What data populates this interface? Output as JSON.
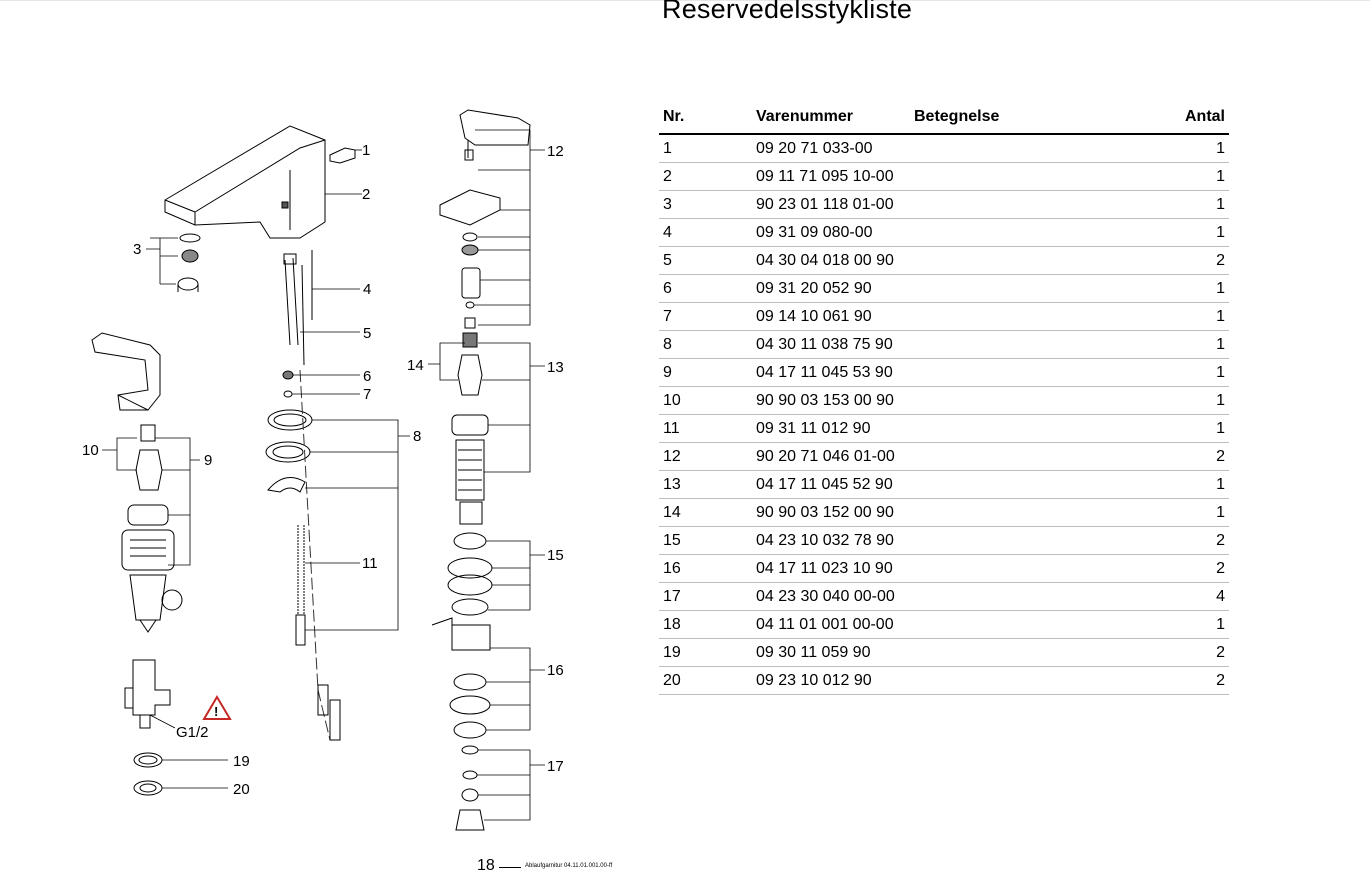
{
  "title": "Reservedelsstykliste",
  "table": {
    "headers": {
      "nr": "Nr.",
      "varenummer": "Varenummer",
      "betegnelse": "Betegnelse",
      "antal": "Antal"
    },
    "rows": [
      {
        "nr": "1",
        "varenummer": "09 20 71 033-00",
        "betegnelse": "",
        "antal": "1"
      },
      {
        "nr": "2",
        "varenummer": "09 11 71 095 10-00",
        "betegnelse": "",
        "antal": "1"
      },
      {
        "nr": "3",
        "varenummer": "90 23 01 118 01-00",
        "betegnelse": "",
        "antal": "1"
      },
      {
        "nr": "4",
        "varenummer": "09 31 09 080-00",
        "betegnelse": "",
        "antal": "1"
      },
      {
        "nr": "5",
        "varenummer": "04 30 04 018 00 90",
        "betegnelse": "",
        "antal": "2"
      },
      {
        "nr": "6",
        "varenummer": "09 31 20 052 90",
        "betegnelse": "",
        "antal": "1"
      },
      {
        "nr": "7",
        "varenummer": "09 14 10 061 90",
        "betegnelse": "",
        "antal": "1"
      },
      {
        "nr": "8",
        "varenummer": "04 30 11 038 75 90",
        "betegnelse": "",
        "antal": "1"
      },
      {
        "nr": "9",
        "varenummer": "04 17 11 045 53 90",
        "betegnelse": "",
        "antal": "1"
      },
      {
        "nr": "10",
        "varenummer": "90 90 03 153 00 90",
        "betegnelse": "",
        "antal": "1"
      },
      {
        "nr": "11",
        "varenummer": "09 31 11 012 90",
        "betegnelse": "",
        "antal": "1"
      },
      {
        "nr": "12",
        "varenummer": "90 20 71 046 01-00",
        "betegnelse": "",
        "antal": "2"
      },
      {
        "nr": "13",
        "varenummer": "04 17 11 045 52 90",
        "betegnelse": "",
        "antal": "1"
      },
      {
        "nr": "14",
        "varenummer": "90 90 03 152 00 90",
        "betegnelse": "",
        "antal": "1"
      },
      {
        "nr": "15",
        "varenummer": "04 23 10 032 78 90",
        "betegnelse": "",
        "antal": "2"
      },
      {
        "nr": "16",
        "varenummer": "04 17 11 023 10 90",
        "betegnelse": "",
        "antal": "2"
      },
      {
        "nr": "17",
        "varenummer": "04 23 30 040 00-00",
        "betegnelse": "",
        "antal": "4"
      },
      {
        "nr": "18",
        "varenummer": "04 11 01 001 00-00",
        "betegnelse": "",
        "antal": "1"
      },
      {
        "nr": "19",
        "varenummer": "09 30 11 059 90",
        "betegnelse": "",
        "antal": "2"
      },
      {
        "nr": "20",
        "varenummer": "09 23 10 012 90",
        "betegnelse": "",
        "antal": "2"
      }
    ]
  },
  "drawing": {
    "callouts": [
      "1",
      "2",
      "3",
      "4",
      "5",
      "6",
      "7",
      "8",
      "9",
      "10",
      "11",
      "12",
      "13",
      "14",
      "15",
      "16",
      "17",
      "19",
      "20"
    ],
    "thread_label": "G1/2",
    "warning_symbol": "!"
  },
  "footer": {
    "callout": "18",
    "reference": "Ablaufgarnitur 04.11.01.001.00-ff"
  }
}
